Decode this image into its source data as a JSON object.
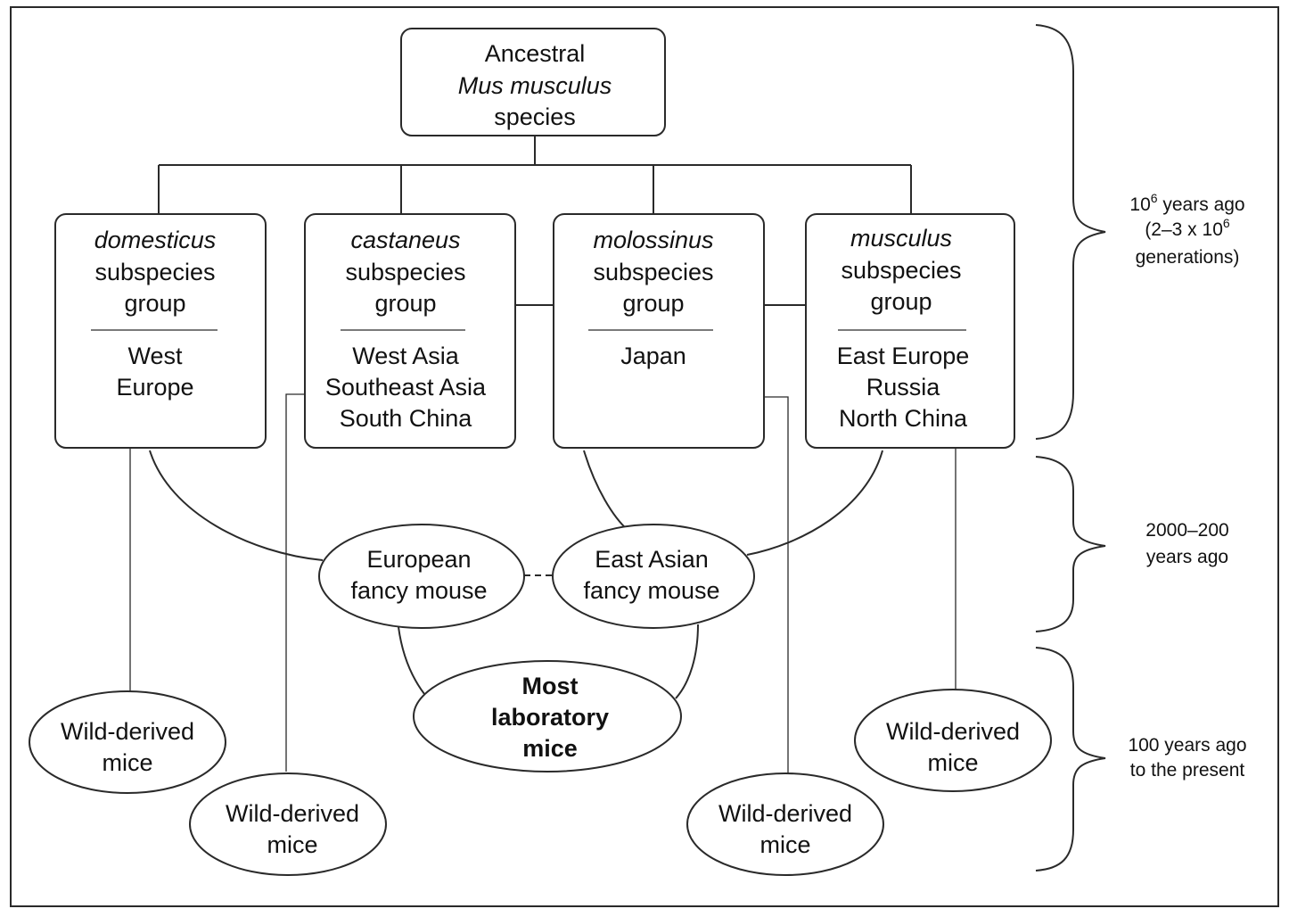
{
  "ancestral": {
    "line1": "Ancestral",
    "line2": "Mus musculus",
    "line3": "species"
  },
  "subspecies": [
    {
      "name": "domesticus",
      "l2": "subspecies",
      "l3": "group",
      "regions": [
        "West",
        "Europe"
      ]
    },
    {
      "name": "castaneus",
      "l2": "subspecies",
      "l3": "group",
      "regions": [
        "West Asia",
        "Southeast Asia",
        "South China"
      ]
    },
    {
      "name": "molossinus",
      "l2": "subspecies",
      "l3": "group",
      "regions": [
        "Japan"
      ]
    },
    {
      "name": "musculus",
      "l2": "subspecies",
      "l3": "group",
      "regions": [
        "East Europe",
        "Russia",
        "North China"
      ]
    }
  ],
  "fancy": {
    "european": [
      "European",
      "fancy mouse"
    ],
    "east_asian": [
      "East Asian",
      "fancy mouse"
    ]
  },
  "lab": [
    "Most",
    "laboratory",
    "mice"
  ],
  "wild": [
    "Wild-derived",
    "mice"
  ],
  "time": {
    "t1": {
      "base": "10",
      "exp": "6",
      "rest": " years ago",
      "l2a": "(2–3 x 10",
      "l2exp": "6",
      "l3": "generations)"
    },
    "t2": [
      "2000–200",
      "years ago"
    ],
    "t3": [
      "100 years ago",
      "to the present"
    ]
  }
}
